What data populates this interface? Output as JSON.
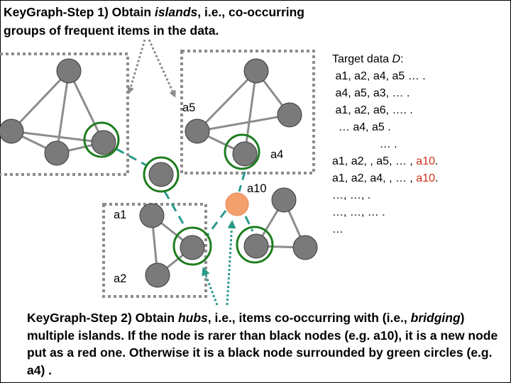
{
  "step1": {
    "prefix": "KeyGraph-Step 1) Obtain ",
    "emph": "islands",
    "suffix": ", i.e., co-occurring groups of frequent items in the data."
  },
  "step2": {
    "p1": "KeyGraph-Step 2) Obtain ",
    "e1": "hubs",
    "p2": ", i.e., items co-occurring with (i.e., ",
    "e2": "bridging",
    "p3": ") multiple islands. If the node is rarer than black nodes (e.g. a10), it is a new node put as a red one. Otherwise it is a black node surrounded by green circles (e.g. a4) ."
  },
  "target_data": {
    "heading": "Target data ",
    "heading_var": "D",
    "heading_colon": ":",
    "lines": [
      " a1, a2, a4, a5 … .",
      " a4, a5, a3, … .",
      " a1, a2, a6, …. .",
      "  … a4, a5 .",
      "               … ."
    ],
    "red_lines": [
      {
        "text": "a1, a2, , a5, … , ",
        "red": "a10",
        "end": "."
      },
      {
        "text": "a1, a2, a4, , … , ",
        "red": "a10",
        "end": "."
      }
    ],
    "tail_lines": [
      "…, …, .",
      "…, …, … .",
      "…"
    ]
  },
  "node_labels": {
    "a5": "a5",
    "a4": "a4",
    "a10": "a10",
    "a1": "a1",
    "a2": "a2"
  },
  "colors": {
    "node_fill": "#7a7a7a",
    "node_stroke": "#3a3a3a",
    "edge": "#8c8c8c",
    "hub_ring": "#1e7d1e",
    "bridge": "#2a9a8a",
    "red_node": "#f4a06c",
    "island_box": "#8c8c8c",
    "red_text": "#d03018"
  }
}
